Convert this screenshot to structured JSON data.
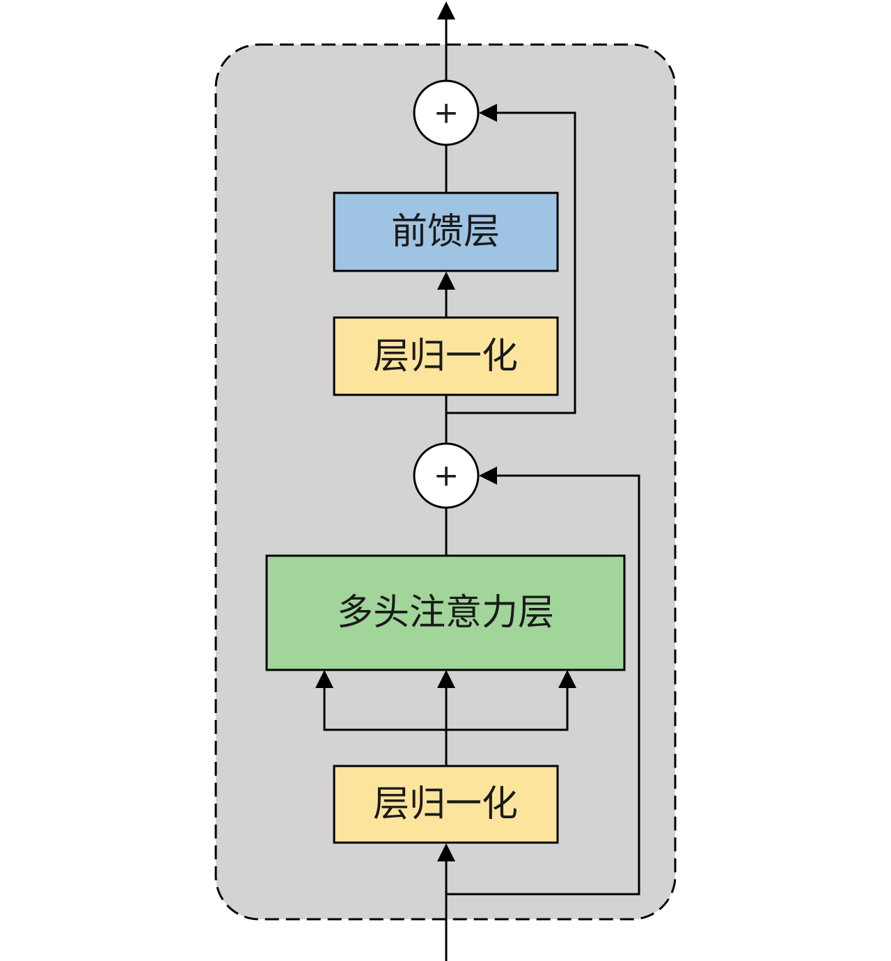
{
  "blocks": {
    "feed_forward": {
      "label": "前馈层",
      "color": "#9fc3e2"
    },
    "layer_norm_top": {
      "label": "层归一化",
      "color": "#fde49c"
    },
    "multi_head_attention": {
      "label": "多头注意力层",
      "color": "#a1d59a"
    },
    "layer_norm_bottom": {
      "label": "层归一化",
      "color": "#fde49c"
    }
  },
  "add_nodes": {
    "top": {
      "symbol": "+"
    },
    "bottom": {
      "symbol": "+"
    }
  },
  "container": {
    "fill": "#d3d3d3",
    "border": "dashed"
  }
}
